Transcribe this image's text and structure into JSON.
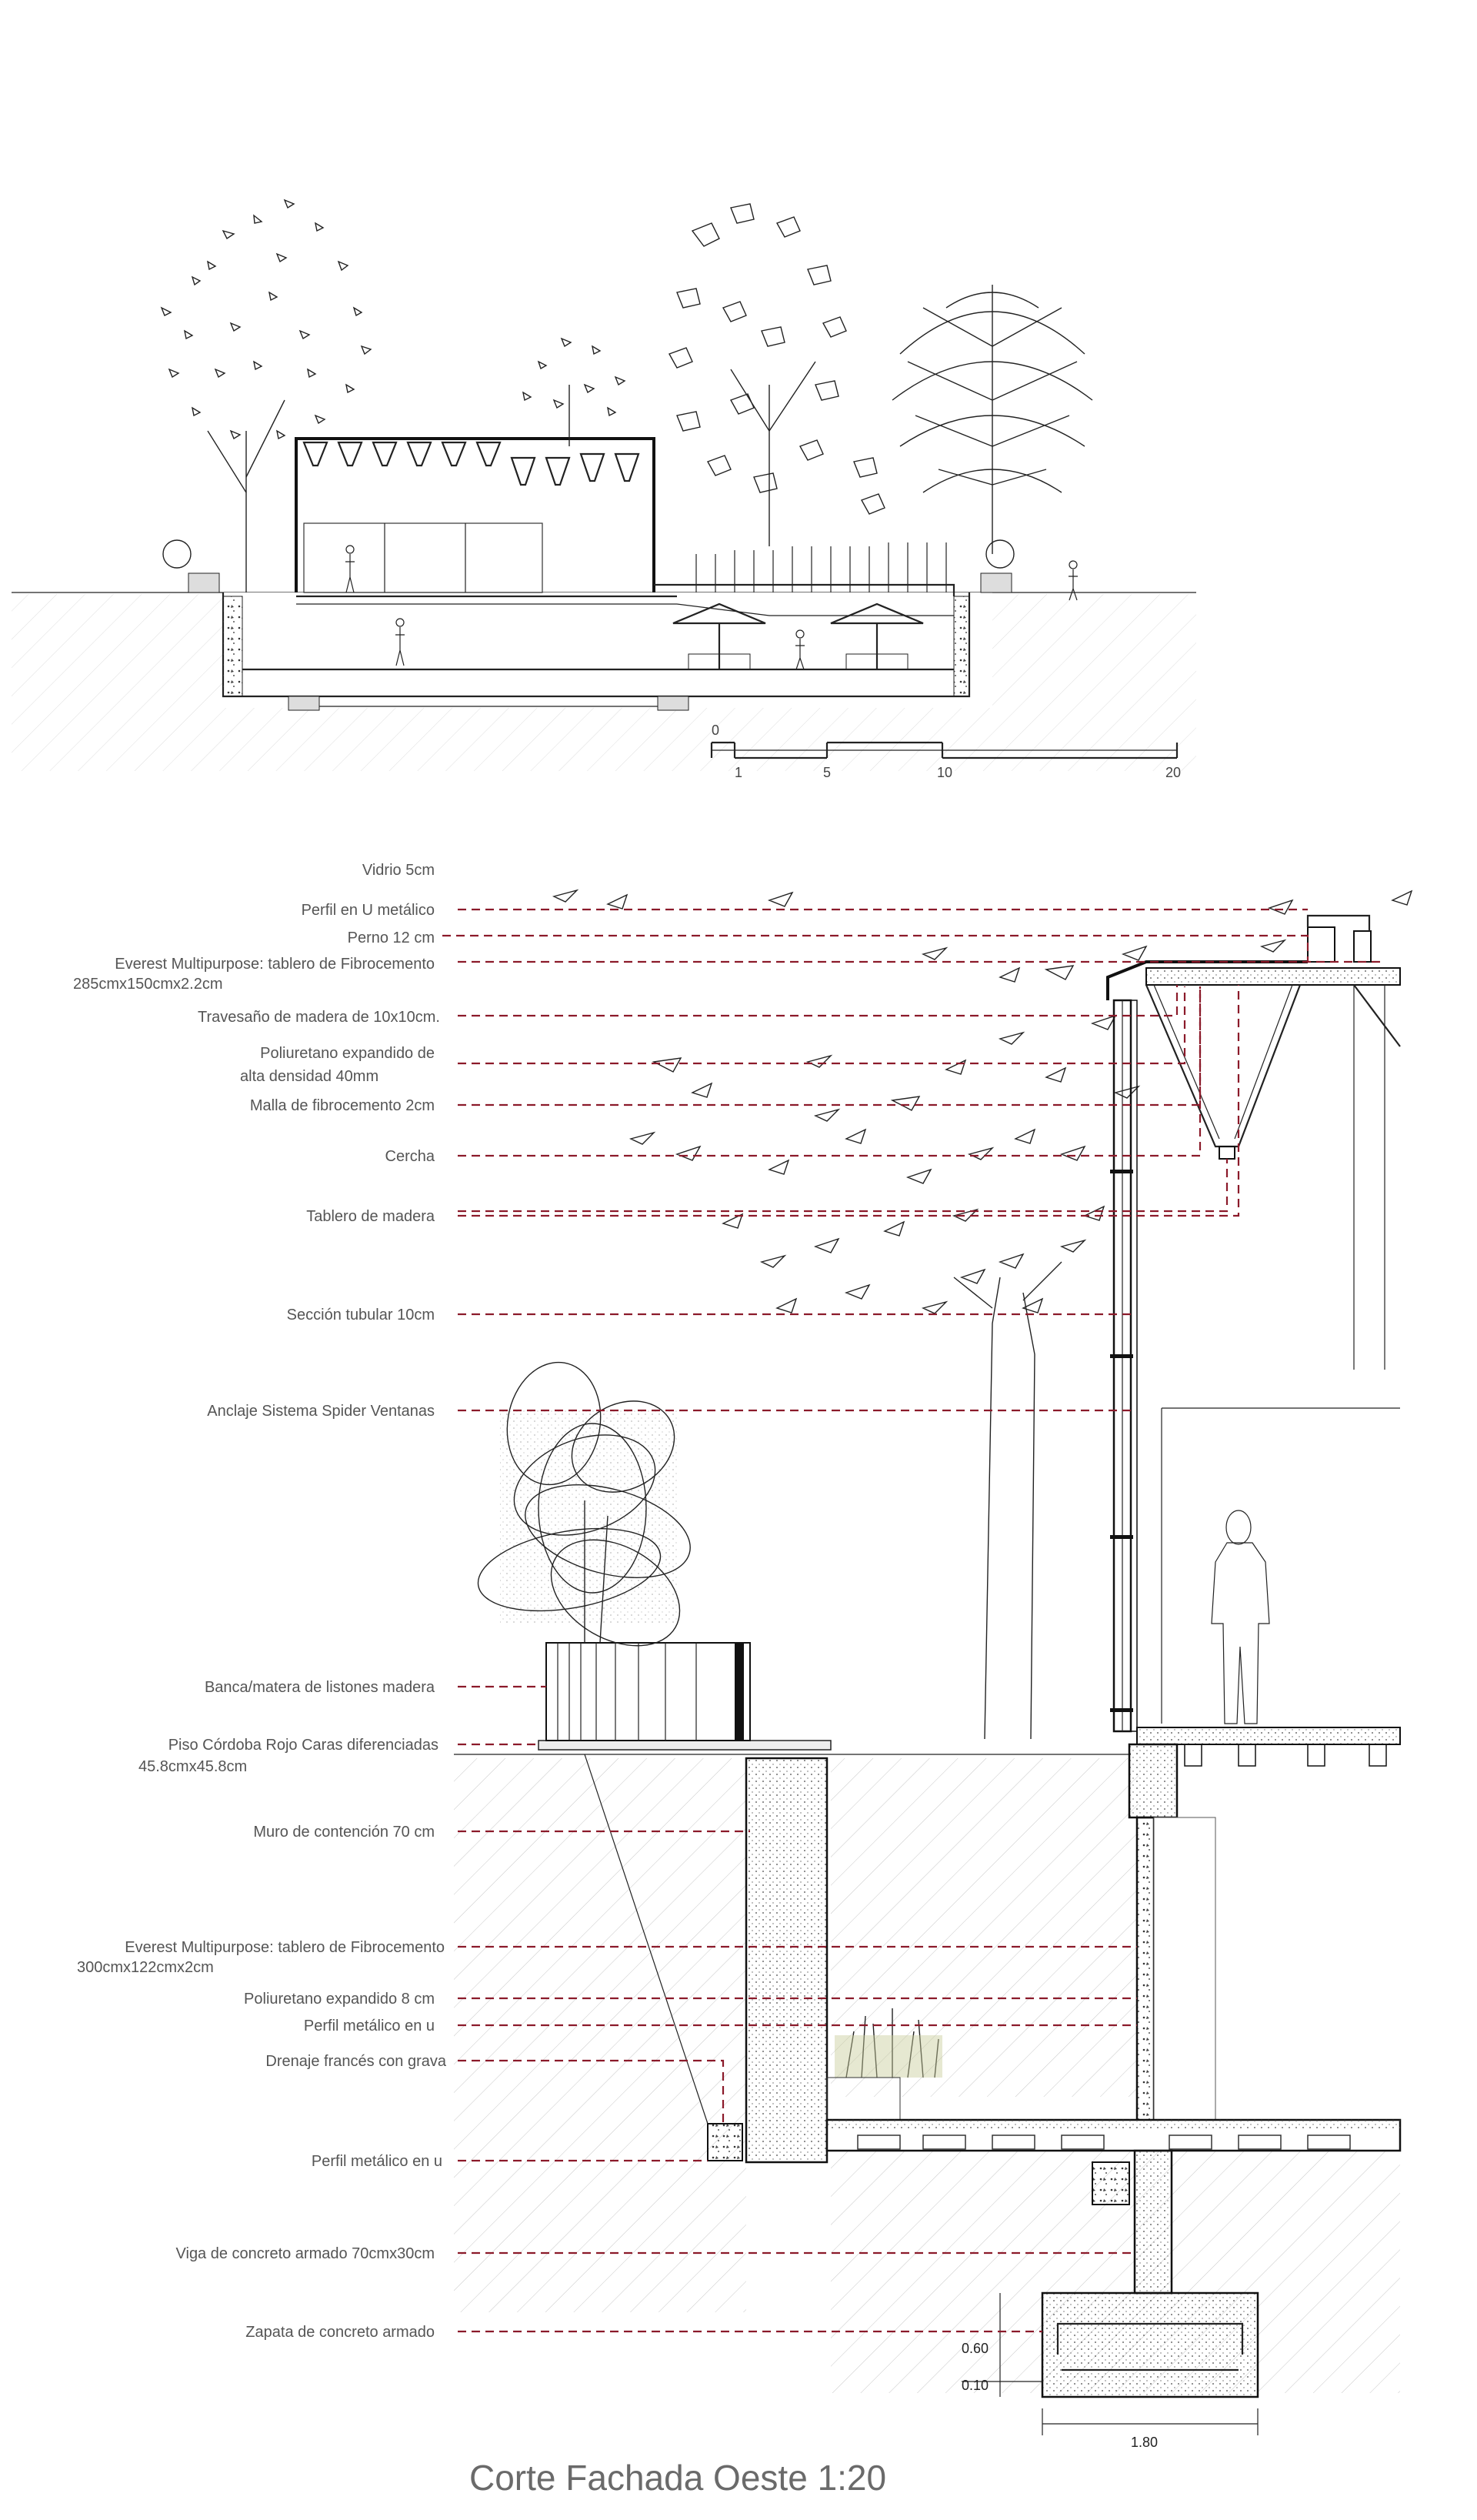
{
  "drawing": {
    "title": "Corte Fachada Oeste 1:20",
    "scale_bar": {
      "zero": "0",
      "ticks": [
        "1",
        "5",
        "10",
        "20"
      ]
    },
    "dimensions": {
      "footing_height": "0.60",
      "footing_base": "0.10",
      "footing_width": "1.80"
    },
    "labels": [
      {
        "id": "vidrio",
        "line1": "Vidrio 5cm",
        "line2": ""
      },
      {
        "id": "perfil-u-1",
        "line1": "Perfil en U metálico",
        "line2": ""
      },
      {
        "id": "perno",
        "line1": "Perno 12 cm",
        "line2": ""
      },
      {
        "id": "everest-1",
        "line1": "Everest Multipurpose: tablero de Fibrocemento",
        "line2": "285cmx150cmx2.2cm"
      },
      {
        "id": "travesano",
        "line1": "Travesaño de madera de 10x10cm.",
        "line2": ""
      },
      {
        "id": "poliuretano-40",
        "line1": "Poliuretano expandido de",
        "line2": "alta densidad 40mm"
      },
      {
        "id": "malla",
        "line1": "Malla de fibrocemento 2cm",
        "line2": ""
      },
      {
        "id": "cercha",
        "line1": "Cercha",
        "line2": ""
      },
      {
        "id": "tablero-madera",
        "line1": "Tablero de madera",
        "line2": ""
      },
      {
        "id": "seccion-tubular",
        "line1": "Sección tubular 10cm",
        "line2": ""
      },
      {
        "id": "anclaje",
        "line1": "Anclaje Sistema Spider Ventanas",
        "line2": ""
      },
      {
        "id": "banca",
        "line1": "Banca/matera de listones madera",
        "line2": ""
      },
      {
        "id": "piso",
        "line1": "Piso Córdoba Rojo Caras diferenciadas",
        "line2": "45.8cmx45.8cm"
      },
      {
        "id": "muro",
        "line1": "Muro de contención 70 cm",
        "line2": ""
      },
      {
        "id": "everest-2",
        "line1": "Everest Multipurpose: tablero de Fibrocemento",
        "line2": "300cmx122cmx2cm"
      },
      {
        "id": "poliuretano-8",
        "line1": "Poliuretano expandido 8 cm",
        "line2": ""
      },
      {
        "id": "perfil-u-2",
        "line1": "Perfil metálico en u",
        "line2": ""
      },
      {
        "id": "drenaje",
        "line1": "Drenaje francés con grava",
        "line2": ""
      },
      {
        "id": "perfil-u-3",
        "line1": "Perfil metálico en u",
        "line2": ""
      },
      {
        "id": "viga",
        "line1": "Viga de concreto armado 70cmx30cm",
        "line2": ""
      },
      {
        "id": "zapata",
        "line1": "Zapata de concreto armado",
        "line2": ""
      }
    ]
  },
  "colors": {
    "leader": "#8b1a2a",
    "line": "#222222",
    "text": "#555555",
    "hatch": "#bdbdbd"
  }
}
